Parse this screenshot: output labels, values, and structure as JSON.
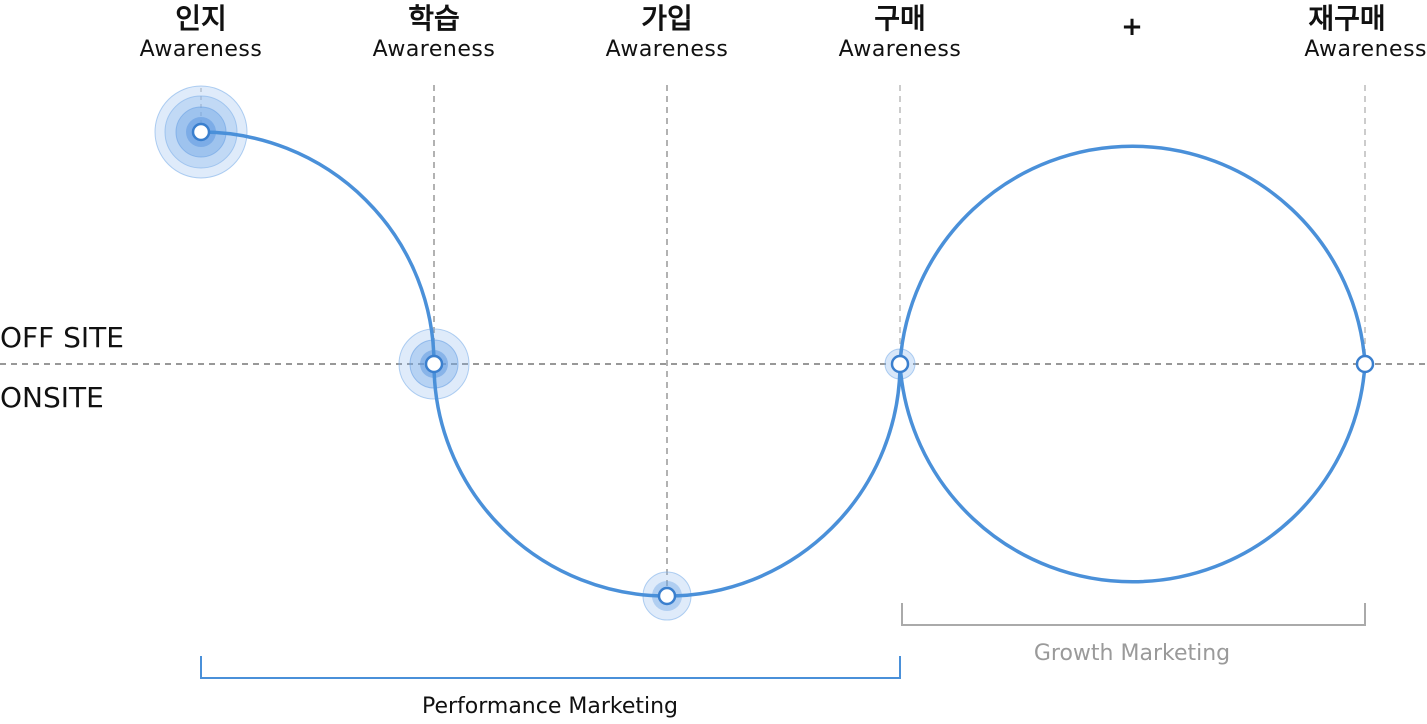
{
  "stages": [
    {
      "ko": "인지",
      "en": "Awareness"
    },
    {
      "ko": "학습",
      "en": "Awareness"
    },
    {
      "ko": "가입",
      "en": "Awareness"
    },
    {
      "ko": "구매",
      "en": "Awareness"
    },
    {
      "ko": "재구매",
      "en": "Awareness"
    }
  ],
  "plus_sign": "+",
  "zones": {
    "upper": "OFF SITE",
    "lower": "ONSITE"
  },
  "brackets": {
    "performance": "Performance Marketing",
    "growth": "Growth Marketing"
  },
  "colors": {
    "curve": "#4a90d9",
    "halo": "#7fb0ea",
    "dashed": "#999999",
    "performance_bracket": "#4a90d9",
    "growth_bracket": "#aaaaaa",
    "growth_text": "#9a9a9a"
  }
}
